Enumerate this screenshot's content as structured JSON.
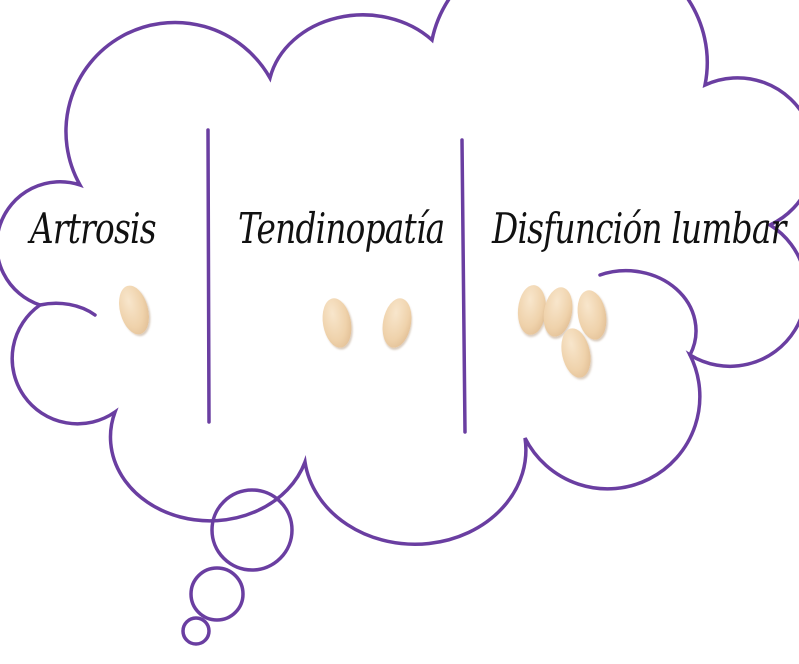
{
  "colors": {
    "outline": "#6a3ea1",
    "bean": "#efd2ab"
  },
  "sections": [
    {
      "label": "Artrosis",
      "beans": 1
    },
    {
      "label": "Tendinopatía",
      "beans": 2
    },
    {
      "label": "Disfunción lumbar",
      "beans": 4
    }
  ]
}
